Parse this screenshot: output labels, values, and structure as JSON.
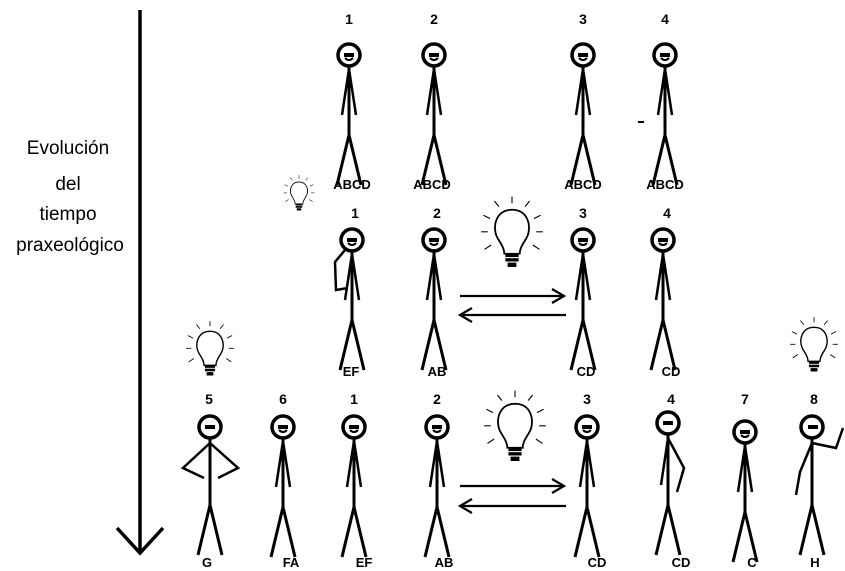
{
  "axis": {
    "line1": "Evolución",
    "line2": "del",
    "line3": "tiempo",
    "line4": "praxeológico"
  },
  "row1": {
    "figures": [
      {
        "number": "1",
        "label": "ABCD"
      },
      {
        "number": "2",
        "label": "ABCD"
      },
      {
        "number": "3",
        "label": "ABCD"
      },
      {
        "number": "4",
        "label": "ABCD"
      }
    ]
  },
  "row2": {
    "figures": [
      {
        "number": "1",
        "label": "EF"
      },
      {
        "number": "2",
        "label": "AB"
      },
      {
        "number": "3",
        "label": "CD"
      },
      {
        "number": "4",
        "label": "CD"
      }
    ]
  },
  "row3": {
    "figures": [
      {
        "number": "5",
        "label": "G"
      },
      {
        "number": "6",
        "label": "FA"
      },
      {
        "number": "1",
        "label": "EF"
      },
      {
        "number": "2",
        "label": "AB"
      },
      {
        "number": "3",
        "label": "CD"
      },
      {
        "number": "4",
        "label": "CD"
      },
      {
        "number": "7",
        "label": "C"
      },
      {
        "number": "8",
        "label": "H"
      }
    ]
  }
}
